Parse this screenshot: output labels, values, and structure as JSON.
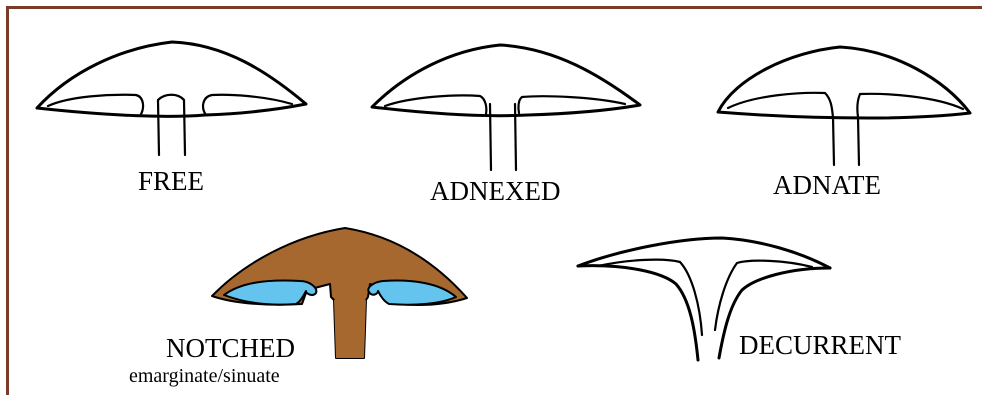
{
  "types": [
    {
      "key": "free",
      "label": "FREE"
    },
    {
      "key": "adnexed",
      "label": "ADNEXED"
    },
    {
      "key": "adnate",
      "label": "ADNATE"
    },
    {
      "key": "notched",
      "label": "NOTCHED",
      "sublabel": "emarginate/sinuate"
    },
    {
      "key": "decurrent",
      "label": "DECURRENT"
    }
  ],
  "colors": {
    "frame": "#7a3b2a",
    "outline": "#000000",
    "cap_fill": "#a6682e",
    "gill_fill": "#64c4ee"
  }
}
